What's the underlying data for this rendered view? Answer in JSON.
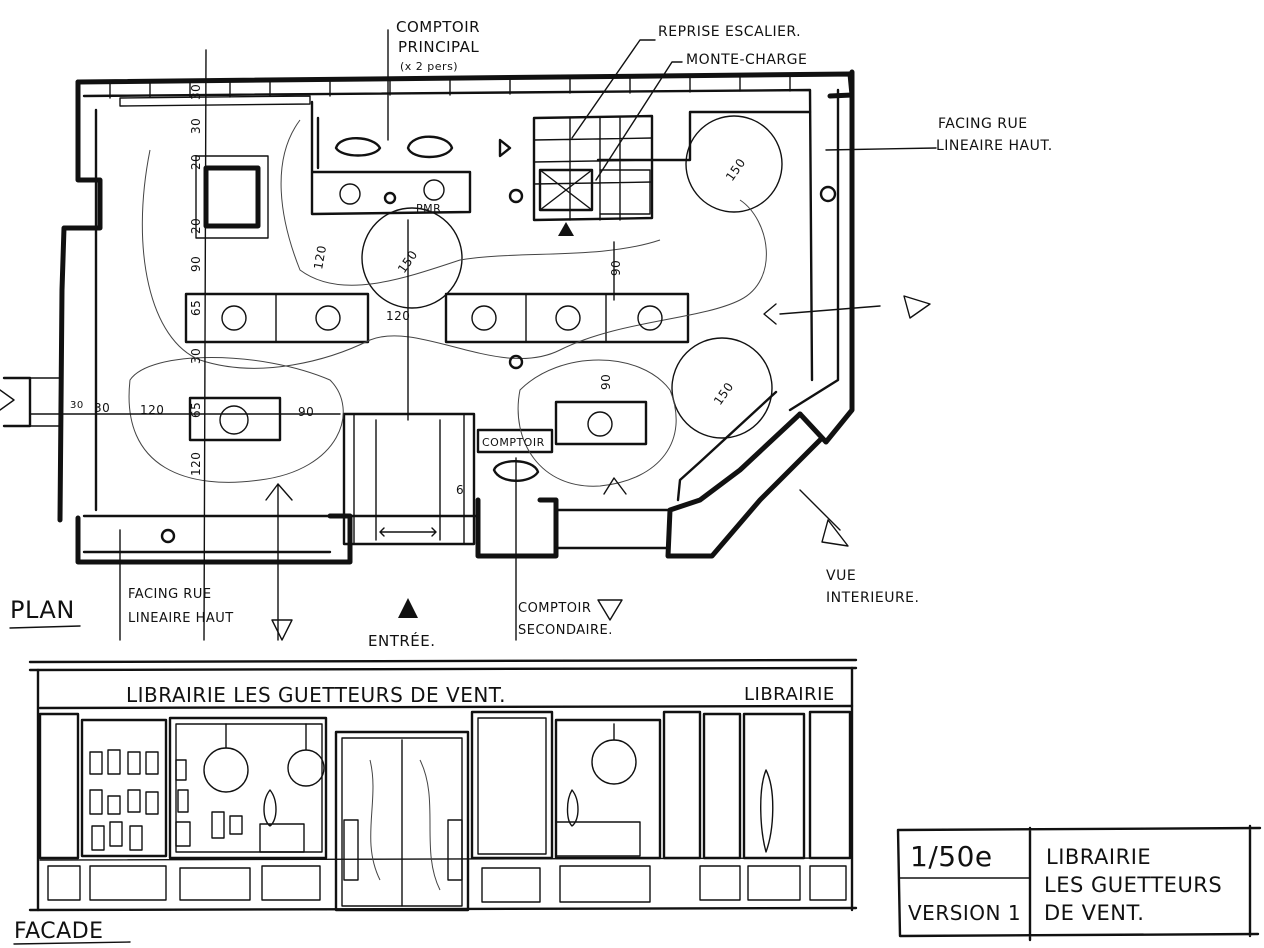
{
  "plan": {
    "label": "PLAN",
    "counter_main": [
      "COMPTOIR",
      "PRINCIPAL",
      "(x 2 pers)"
    ],
    "reprise_escalier": "REPRISE ESCALIER.",
    "monte_charge": "MONTE-CHARGE",
    "facing_right": [
      "FACING RUE",
      "LINEAIRE HAUT."
    ],
    "facing_left": [
      "FACING RUE",
      "LINEAIRE HAUT"
    ],
    "vue_interieure": [
      "VUE",
      "INTERIEURE."
    ],
    "entree": "ENTRÉE.",
    "comptoir_small": "COMPTOIR",
    "comptoir_secondaire": [
      "COMPTOIR",
      "SECONDAIRE."
    ],
    "pmr": "PMR",
    "dimensions": [
      "30",
      "30",
      "20",
      "20",
      "90",
      "120",
      "65",
      "30",
      "65",
      "120",
      "30",
      "30",
      "120",
      "90",
      "150",
      "120",
      "90",
      "150",
      "150",
      "90",
      "6"
    ]
  },
  "facade": {
    "label": "FACADE",
    "sign": "LIBRAIRIE   LES   GUETTEURS   DE   VENT.",
    "sign_right": "LIBRAIRIE"
  },
  "titleblock": {
    "scale": "1/50e",
    "version": "VERSION 1",
    "title": [
      "LIBRAIRIE",
      "LES GUETTEURS",
      "DE VENT."
    ]
  }
}
